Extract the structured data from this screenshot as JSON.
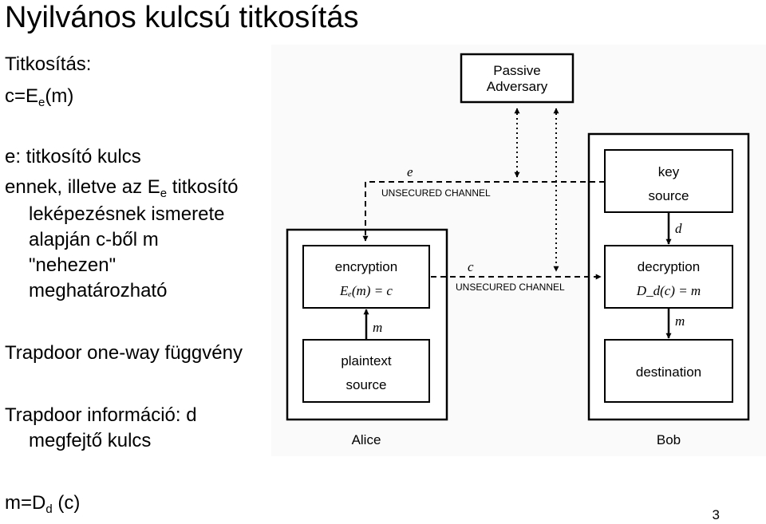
{
  "slide": {
    "title": "Nyilvános kulcsú titkosítás",
    "page_number": "3"
  },
  "left_text": {
    "encryption_label": "Titkosítás:",
    "enc_formula_c": "c=E",
    "enc_formula_sub": "e",
    "enc_formula_m": "(m)",
    "key_desc": "e: titkosító kulcs",
    "para_line1_a": "ennek, illetve az E",
    "para_line1_sub": "e",
    "para_line1_b": " titkosító",
    "para_line2": "leképezésnek ismerete",
    "para_line3": "alapján c-ből m",
    "para_line4": "\"nehezen\"",
    "para_line5": "meghatározható",
    "trapdoor_func": "Trapdoor one-way függvény",
    "trapdoor_info_line1": "Trapdoor információ: d",
    "trapdoor_info_line2": "megfejtő kulcs",
    "dec_formula_m": "m=D",
    "dec_formula_sub": "d",
    "dec_formula_c": " (c)"
  },
  "diagram": {
    "adversary_line1": "Passive",
    "adversary_line2": "Adversary",
    "channel_top_var": "e",
    "channel_top_label": "UNSECURED CHANNEL",
    "channel_mid_var": "c",
    "channel_mid_label": "UNSECURED CHANNEL",
    "keysource_line1": "key",
    "keysource_line2": "source",
    "d_label": "d",
    "encryption_label": "encryption",
    "encryption_formula": "Eₑ(m) = c",
    "decryption_label": "decryption",
    "decryption_formula": "D_d(c) = m",
    "m_label_alice": "m",
    "m_label_bob": "m",
    "plaintext_line1": "plaintext",
    "plaintext_line2": "source",
    "destination_label": "destination",
    "alice_label": "Alice",
    "bob_label": "Bob"
  }
}
